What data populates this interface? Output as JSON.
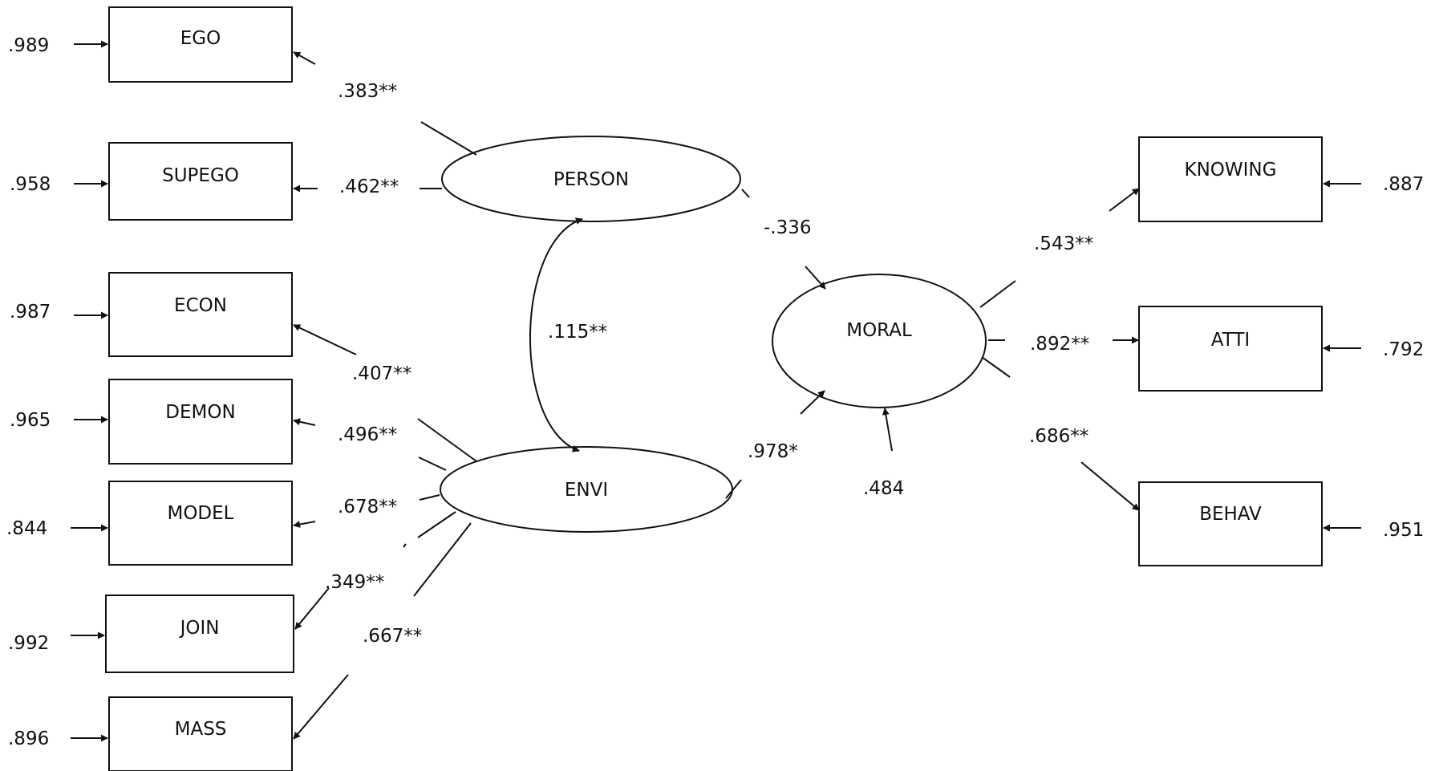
{
  "observed": {
    "ego": "EGO",
    "supego": "SUPEGO",
    "econ": "ECON",
    "demon": "DEMON",
    "model": "MODEL",
    "join": "JOIN",
    "mass": "MASS",
    "knowing": "KNOWING",
    "atti": "ATTI",
    "behav": "BEHAV"
  },
  "latent": {
    "person": "PERSON",
    "envi": "ENVI",
    "moral": "MORAL"
  },
  "errors": {
    "ego": ".989",
    "supego": ".958",
    "econ": ".987",
    "demon": ".965",
    "model": ".844",
    "join": ".992",
    "mass": ".896",
    "knowing": ".887",
    "atti": ".792",
    "behav": ".951",
    "moral": ".484"
  },
  "loadings": {
    "ego": ".383**",
    "supego": ".462**",
    "econ": ".407**",
    "demon": ".496**",
    "model": ".678**",
    "join": ".349**",
    "mass": ".667**",
    "knowing": ".543**",
    "atti": ".892**",
    "behav": ".686**"
  },
  "paths": {
    "person_moral": "-.336",
    "envi_moral": ".978*",
    "person_envi": ".115**"
  }
}
